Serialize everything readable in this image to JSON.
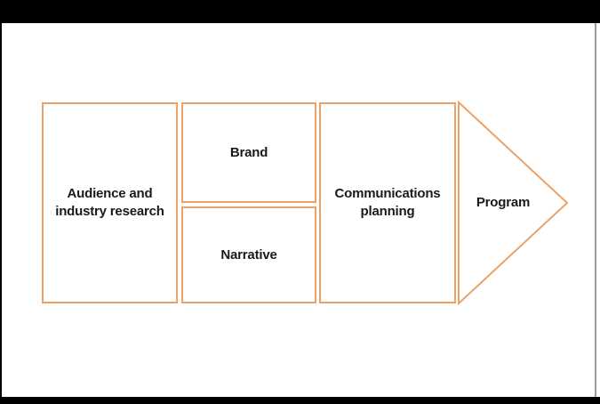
{
  "colors": {
    "box_border": "#ECA266",
    "box_fill": "#FFFFFF",
    "label_text": "#1A1A1A",
    "frame": "#000000",
    "right_edge_line": "#9B9B9B",
    "background": "#FFFFFF"
  },
  "diagram": {
    "boxes": [
      {
        "id": "audience",
        "label": "Audience and industry research"
      },
      {
        "id": "brand",
        "label": "Brand"
      },
      {
        "id": "narrative",
        "label": "Narrative"
      },
      {
        "id": "communications",
        "label": "Communications planning"
      }
    ],
    "arrow": {
      "label": "Program"
    }
  }
}
